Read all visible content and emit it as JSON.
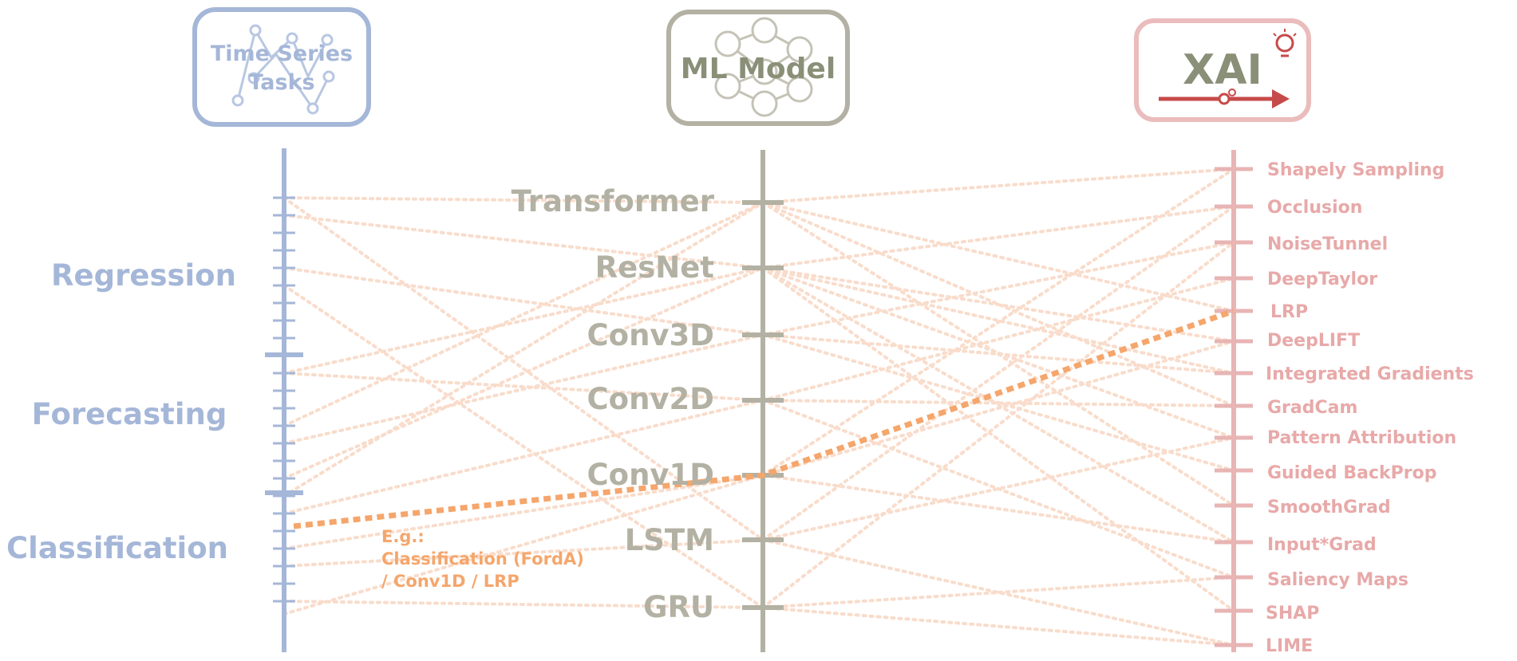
{
  "headers": {
    "tasks": {
      "line1": "Time Series",
      "line2": "Tasks"
    },
    "model": {
      "title": "ML Model"
    },
    "xai": {
      "title": "XAI"
    }
  },
  "tasks": [
    "Regression",
    "Forecasting",
    "Classification"
  ],
  "models": [
    "Transformer",
    "ResNet",
    "Conv3D",
    "Conv2D",
    "Conv1D",
    "LSTM",
    "GRU"
  ],
  "methods": [
    "Shapely Sampling",
    "Occlusion",
    "NoiseTunnel",
    "DeepTaylor",
    "LRP",
    "DeepLIFT",
    "Integrated Gradients",
    "GradCam",
    "Pattern Attribution",
    "Guided BackProp",
    "SmoothGrad",
    "Input*Grad",
    "Saliency Maps",
    "SHAP",
    "LIME"
  ],
  "example": {
    "line1": "E.g.:",
    "line2": "Classification (FordA)",
    "line3": "/ Conv1D / LRP"
  },
  "colors": {
    "task": "#a5b7d8",
    "model": "#b3b1a3",
    "model_text": "#8a8f78",
    "xai": "#e8b4b4",
    "xai_text": "#c74a4a",
    "link": "#f9dccb",
    "highlight": "#f5a66c"
  },
  "icons": {
    "tasks": "line-chart-icon",
    "model": "neural-network-icon",
    "xai": "lightbulb-gear-arrow-icon"
  }
}
